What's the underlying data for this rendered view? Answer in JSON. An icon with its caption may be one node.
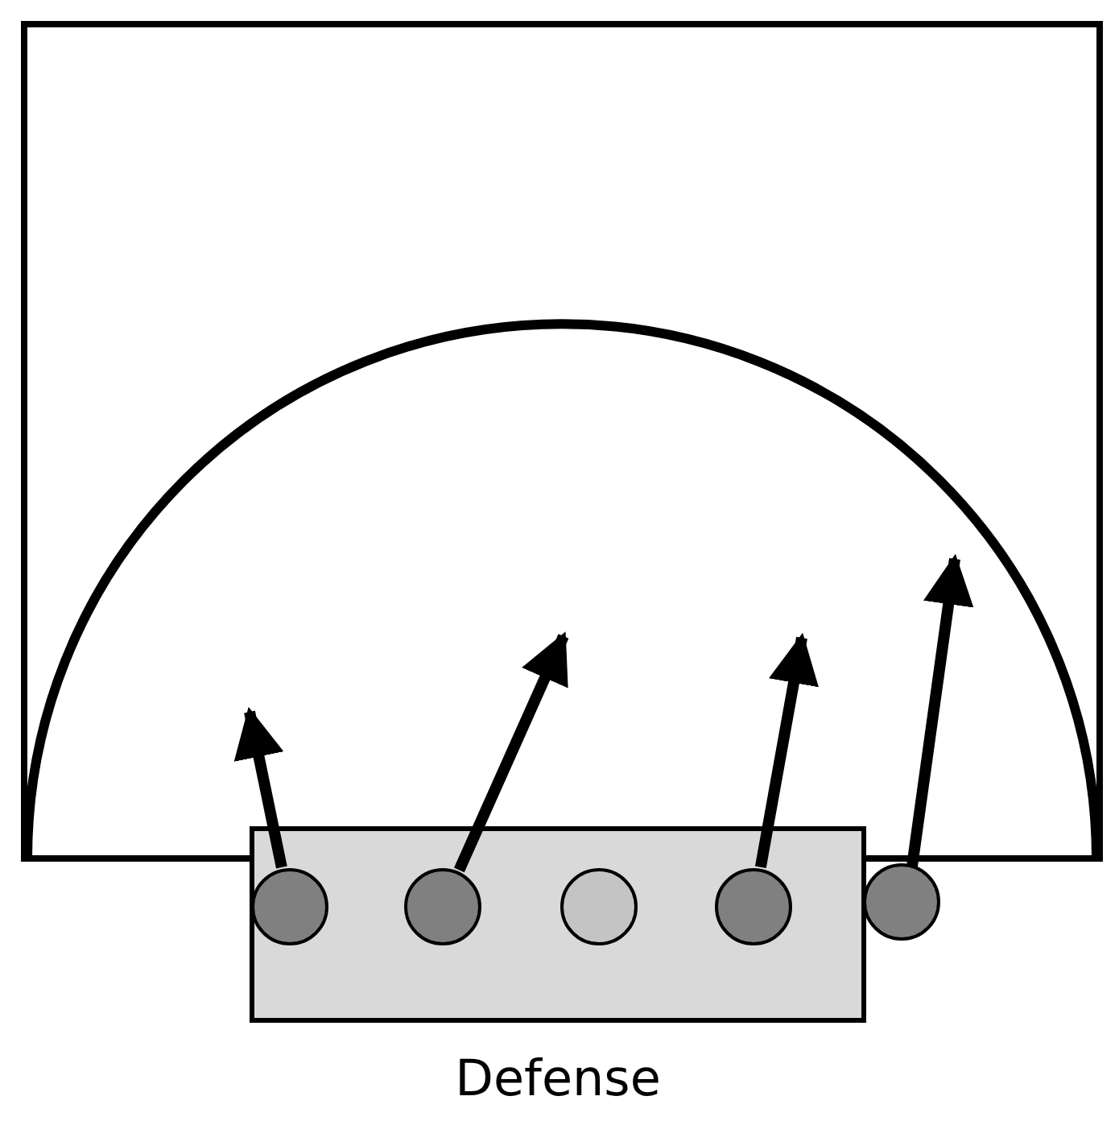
{
  "diagram": {
    "nodes": [
      {
        "text": [
          "Defense"
        ]
      },
      {
        "text": [],
        "shape": "circle",
        "in": 0
      },
      {
        "text": [],
        "shape": "circle",
        "in": 0
      },
      {
        "text": [],
        "shape": "circle",
        "in": 0
      },
      {
        "text": [],
        "shape": "circle",
        "in": 0
      },
      {
        "text": [],
        "shape": "circle"
      }
    ],
    "edges": [
      {
        "from": 1,
        "to": null,
        "arrow": "to"
      },
      {
        "from": 2,
        "to": null,
        "arrow": "to"
      },
      {
        "from": 4,
        "to": null,
        "arrow": "to"
      },
      {
        "from": 5,
        "to": null,
        "arrow": "to"
      }
    ]
  }
}
